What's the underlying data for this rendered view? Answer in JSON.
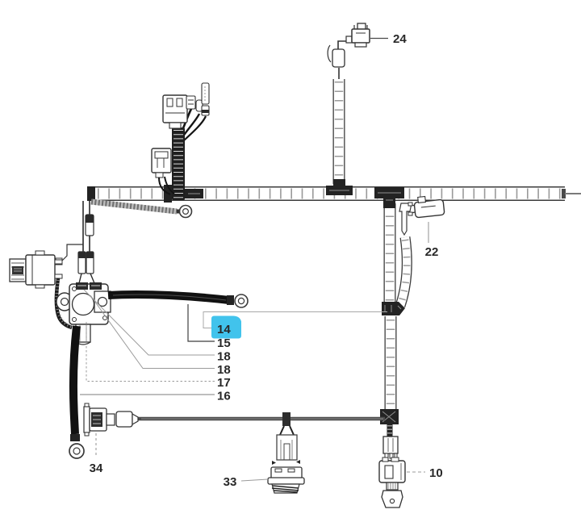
{
  "figure": {
    "kind": "wiring-harness-parts-diagram",
    "background": "#ffffff"
  },
  "colors": {
    "line": "#2e2e2e",
    "leader": "#9b9b9b",
    "highlight": "#41c3ec",
    "cable_black": "#141414",
    "harness_gray": "#4d4d4d",
    "tick": "#9a9a9a"
  },
  "callouts": {
    "c24": {
      "label": "24",
      "highlighted": false
    },
    "c22": {
      "label": "22",
      "highlighted": false
    },
    "c14": {
      "label": "14",
      "highlighted": true
    },
    "c15": {
      "label": "15",
      "highlighted": false
    },
    "c18a": {
      "label": "18",
      "highlighted": false
    },
    "c18b": {
      "label": "18",
      "highlighted": false
    },
    "c17": {
      "label": "17",
      "highlighted": false
    },
    "c16": {
      "label": "16",
      "highlighted": false
    },
    "c34": {
      "label": "34",
      "highlighted": false
    },
    "c33": {
      "label": "33",
      "highlighted": false
    },
    "c10": {
      "label": "10",
      "highlighted": false
    }
  },
  "selected_callout": "14"
}
